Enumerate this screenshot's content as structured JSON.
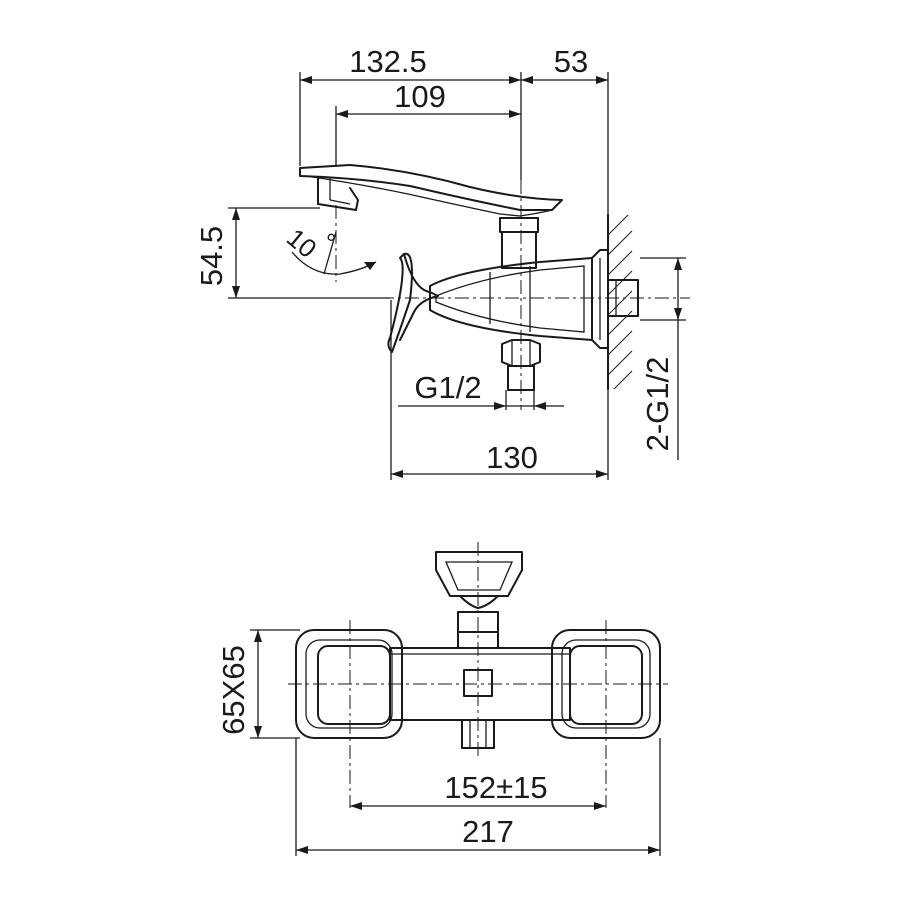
{
  "side_view": {
    "dimensions": {
      "spout_reach": "132.5",
      "spout_to_outlet": "109",
      "wall_offset": "53",
      "spout_height": "54.5",
      "spray_angle": "10",
      "angle_unit": "°",
      "outlet_thread": "G1/2",
      "body_depth": "130",
      "inlet_threads": "2-G1/2"
    }
  },
  "top_view": {
    "dimensions": {
      "flange_size": "65X65",
      "center_distance": "152±15",
      "overall_width": "217"
    }
  }
}
